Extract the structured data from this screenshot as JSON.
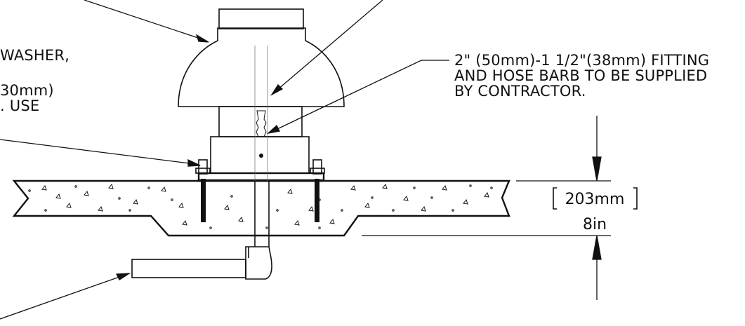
{
  "notes": {
    "left_line1": "WASHER,",
    "left_line2": "30mm)",
    "left_line3": ". USE",
    "fitting_line1": "2\" (50mm)-1 1/2\"(38mm) FITTING",
    "fitting_line2": "AND HOSE BARB TO BE SUPPLIED",
    "fitting_line3": "BY CONTRACTOR."
  },
  "dimension": {
    "metric": "203mm",
    "imperial": "8in"
  },
  "colors": {
    "line": "#111111",
    "background": "#ffffff"
  }
}
